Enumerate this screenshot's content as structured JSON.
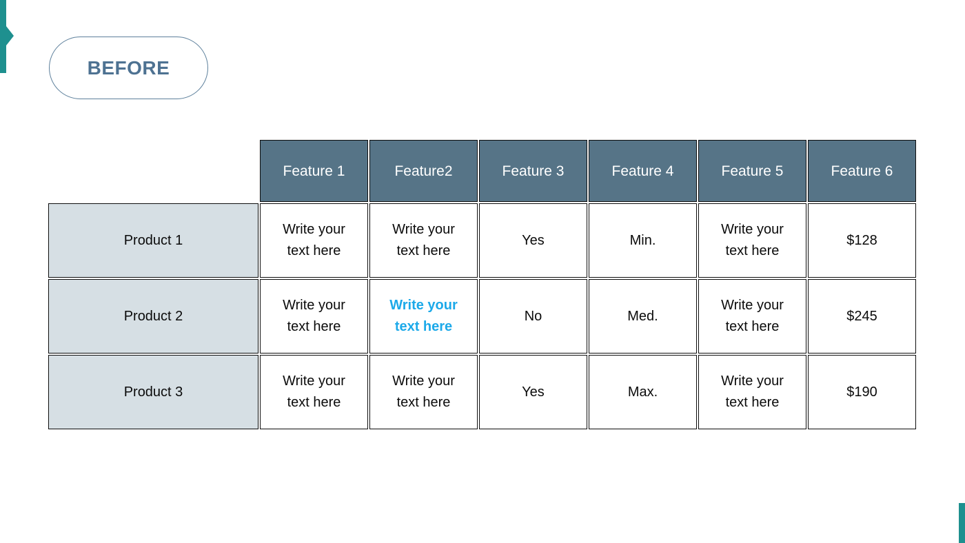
{
  "slide": {
    "badge": {
      "label": "BEFORE"
    },
    "table": {
      "columns": [
        "Feature 1",
        "Feature2",
        "Feature 3",
        "Feature 4",
        "Feature 5",
        "Feature 6"
      ],
      "rows": [
        {
          "label": "Product 1",
          "cells": [
            {
              "text": "Write your text here"
            },
            {
              "text": "Write your text here"
            },
            {
              "text": "Yes"
            },
            {
              "text": "Min."
            },
            {
              "text": "Write your text here"
            },
            {
              "text": "$128"
            }
          ]
        },
        {
          "label": "Product 2",
          "cells": [
            {
              "text": "Write your text here"
            },
            {
              "text": "Write your text here",
              "highlight": true
            },
            {
              "text": "No"
            },
            {
              "text": "Med."
            },
            {
              "text": "Write your text here"
            },
            {
              "text": "$245"
            }
          ]
        },
        {
          "label": "Product 3",
          "cells": [
            {
              "text": "Write your text here"
            },
            {
              "text": "Write your text here"
            },
            {
              "text": "Yes"
            },
            {
              "text": "Max."
            },
            {
              "text": "Write your text here"
            },
            {
              "text": "$190"
            }
          ]
        }
      ]
    },
    "colors": {
      "accent_teal": "#1E908F",
      "header_bg": "#567487",
      "header_text": "#FFFFFF",
      "label_bg": "#D6DFE4",
      "cell_bg": "#FFFFFF",
      "table_border": "#0D0D0D",
      "highlight_text": "#1CA9E9",
      "badge_text": "#4E7292",
      "badge_border": "#5C7F9B"
    }
  }
}
